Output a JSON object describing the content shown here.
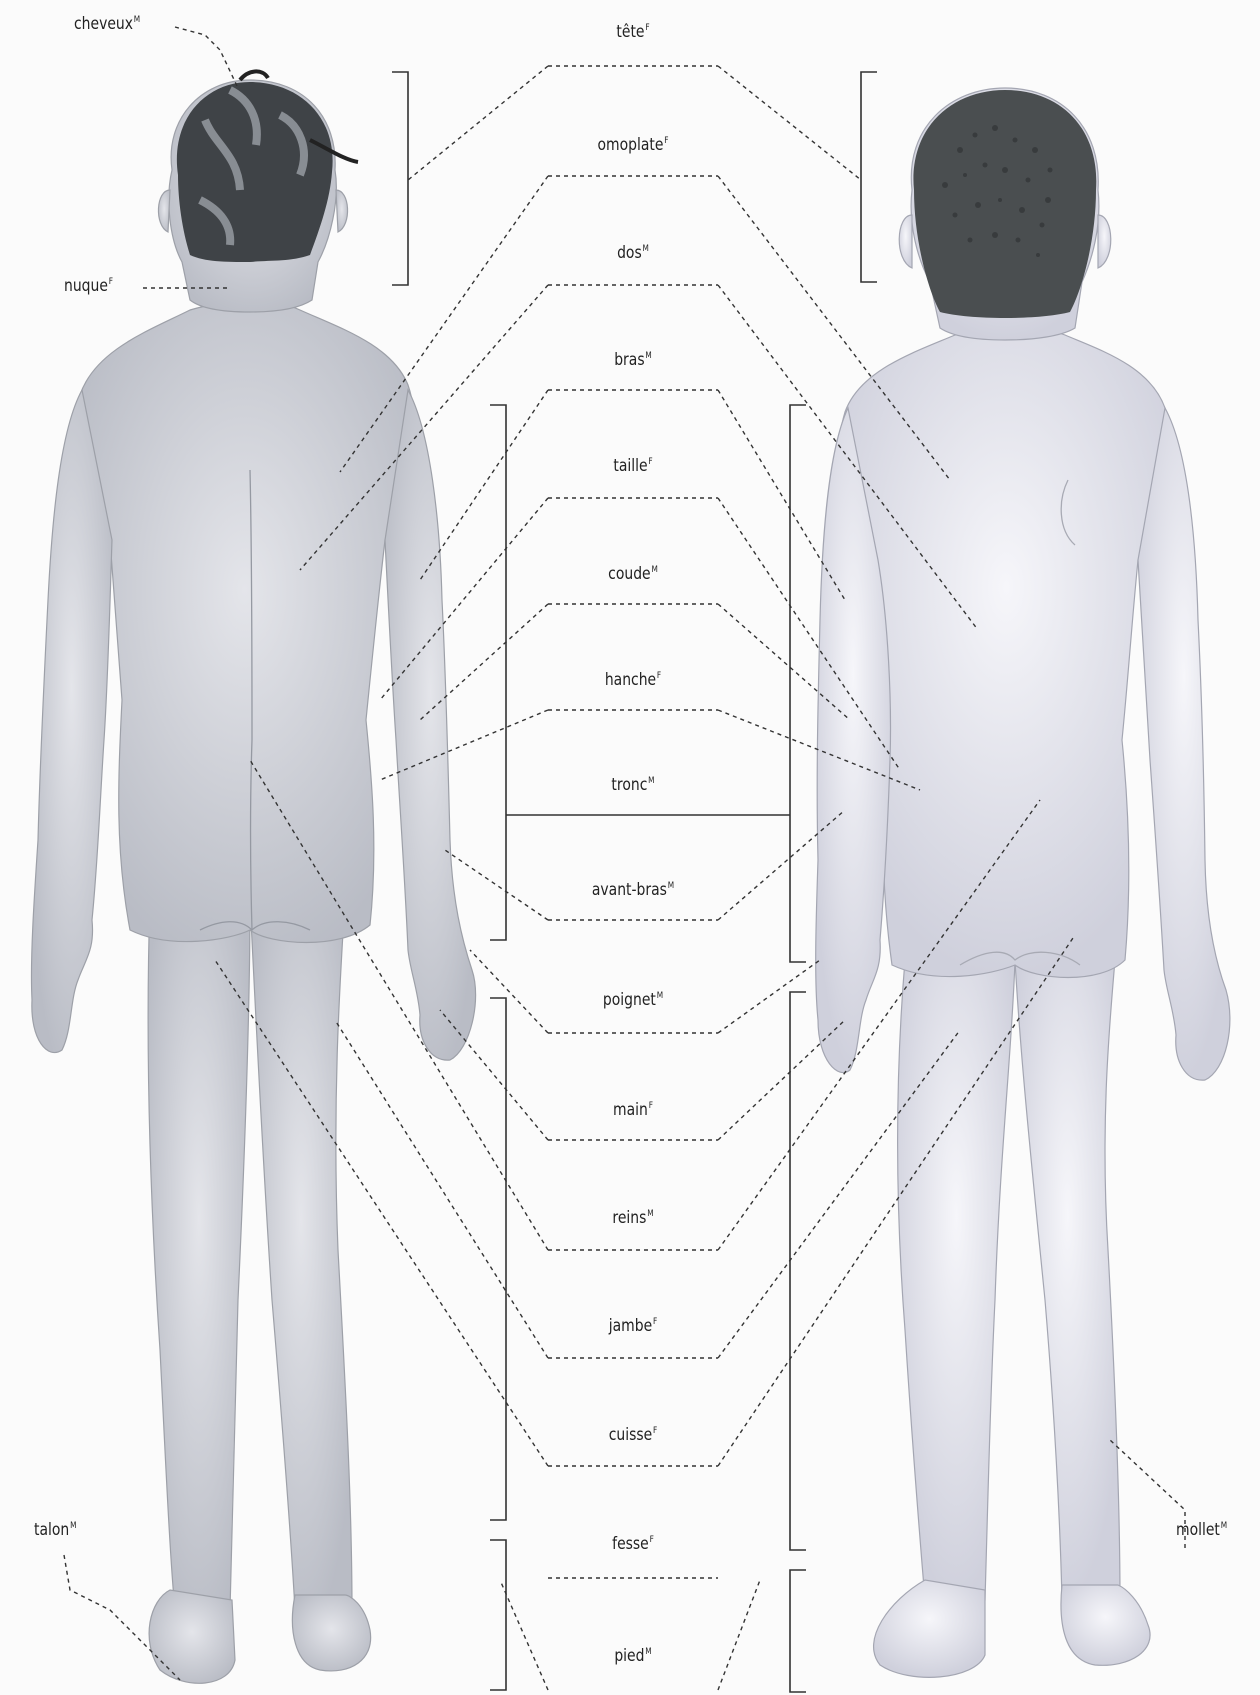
{
  "center_labels": [
    {
      "word": "tête",
      "gender": "F"
    },
    {
      "word": "omoplate",
      "gender": "F"
    },
    {
      "word": "dos",
      "gender": "M"
    },
    {
      "word": "bras",
      "gender": "M"
    },
    {
      "word": "taille",
      "gender": "F"
    },
    {
      "word": "coude",
      "gender": "M"
    },
    {
      "word": "hanche",
      "gender": "F"
    },
    {
      "word": "tronc",
      "gender": "M"
    },
    {
      "word": "avant-bras",
      "gender": "M"
    },
    {
      "word": "poignet",
      "gender": "M"
    },
    {
      "word": "main",
      "gender": "F"
    },
    {
      "word": "reins",
      "gender": "M"
    },
    {
      "word": "jambe",
      "gender": "F"
    },
    {
      "word": "cuisse",
      "gender": "F"
    },
    {
      "word": "fesse",
      "gender": "F"
    },
    {
      "word": "pied",
      "gender": "M"
    }
  ],
  "side_labels": {
    "cheveux": {
      "word": "cheveux",
      "gender": "M"
    },
    "nuque": {
      "word": "nuque",
      "gender": "F"
    },
    "talon": {
      "word": "talon",
      "gender": "M"
    },
    "mollet": {
      "word": "mollet",
      "gender": "M"
    }
  },
  "colors": {
    "skin_left": "#cfd1d8",
    "skin_right": "#e2e3ec",
    "hair_left": "#3f4347",
    "hair_right": "#4a4e50",
    "line": "#333333"
  }
}
